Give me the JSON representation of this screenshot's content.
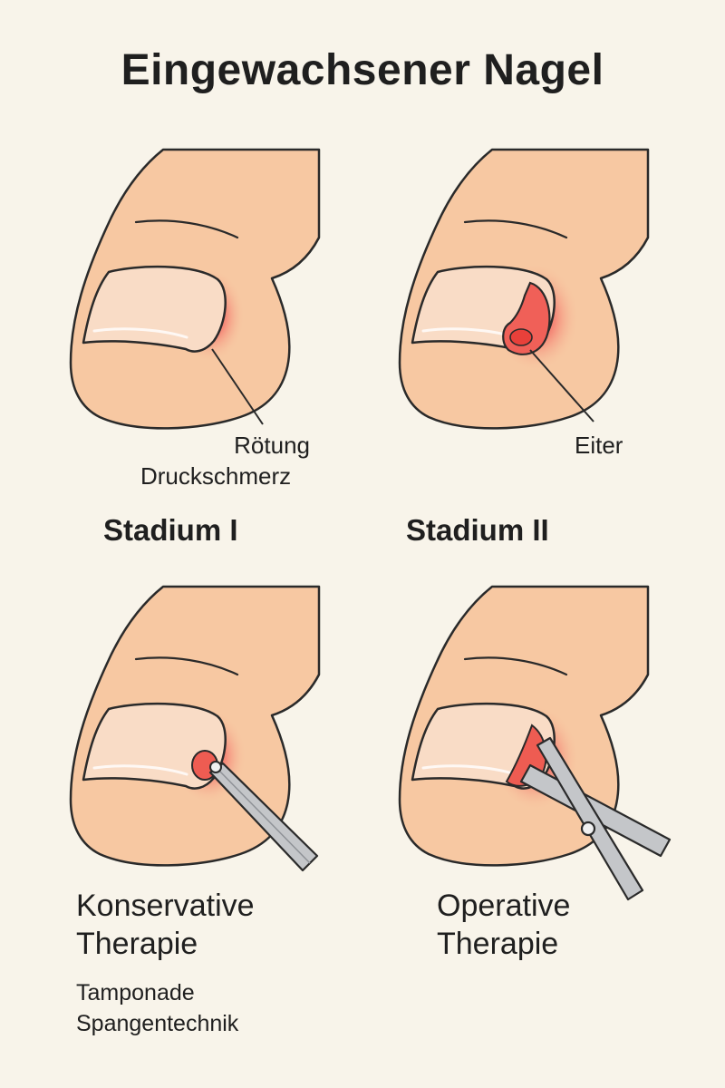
{
  "title": "Eingewachsener Nagel",
  "panels": [
    {
      "id": "stage-1",
      "heading": "Stadium I",
      "callouts": [
        "Rötung",
        "Druckschmerz"
      ]
    },
    {
      "id": "stage-2",
      "heading": "Stadium II",
      "callouts": [
        "Eiter"
      ]
    },
    {
      "id": "conservative",
      "heading_lines": [
        "Konservative",
        "Therapie"
      ],
      "methods": [
        "Tamponade",
        "Spangentechnik"
      ]
    },
    {
      "id": "operative",
      "heading_lines": [
        "Operative",
        "Therapie"
      ]
    }
  ],
  "colors": {
    "background": "#f8f4ea",
    "skin": "#f7c8a2",
    "outline": "#2a2a2a",
    "nail": "#f9dcc6",
    "inflammation": "#ef4a4a",
    "instrument": "#c4c6c9"
  }
}
